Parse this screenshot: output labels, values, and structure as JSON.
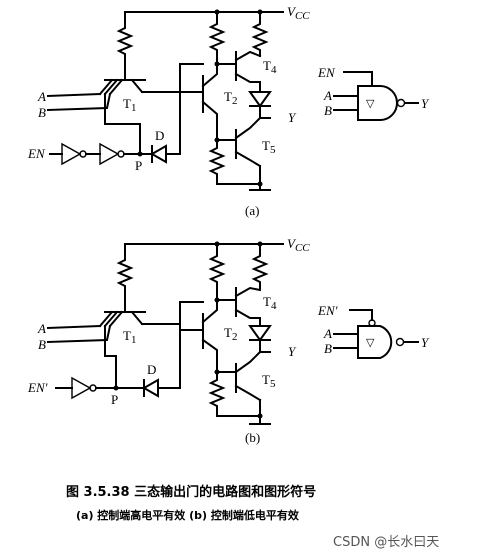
{
  "circuit_a": {
    "vcc": "V",
    "vcc_sub": "CC",
    "input_a": "A",
    "input_b": "B",
    "enable": "EN",
    "t1": "T",
    "t1_sub": "1",
    "t2": "T",
    "t2_sub": "2",
    "t4": "T",
    "t4_sub": "4",
    "t5": "T",
    "t5_sub": "5",
    "diode": "D",
    "node_p": "P",
    "output": "Y",
    "label": "(a)"
  },
  "symbol_a": {
    "enable": "EN",
    "input_a": "A",
    "input_b": "B",
    "output": "Y",
    "marker": "▽"
  },
  "circuit_b": {
    "vcc": "V",
    "vcc_sub": "CC",
    "input_a": "A",
    "input_b": "B",
    "enable": "EN'",
    "t1": "T",
    "t1_sub": "1",
    "t2": "T",
    "t2_sub": "2",
    "t4": "T",
    "t4_sub": "4",
    "t5": "T",
    "t5_sub": "5",
    "diode": "D",
    "node_p": "P",
    "output": "Y",
    "label": "(b)"
  },
  "symbol_b": {
    "enable": "EN'",
    "input_a": "A",
    "input_b": "B",
    "output": "Y",
    "marker": "▽"
  },
  "caption": {
    "title": "图 3.5.38   三态输出门的电路图和图形符号",
    "subtitle": "(a) 控制端高电平有效   (b) 控制端低电平有效"
  },
  "watermark": "CSDN @长水曰天"
}
